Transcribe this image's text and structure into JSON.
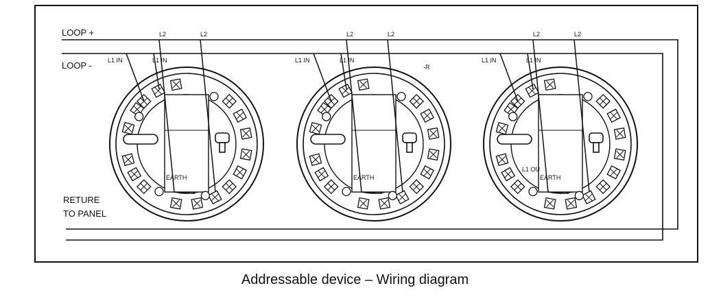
{
  "caption": "Addressable device – Wiring diagram",
  "labels": {
    "loop_plus": "LOOP +",
    "loop_minus": "LOOP -",
    "return_line1": "RETURE",
    "return_line2": "TO PANEL"
  },
  "bases": [
    {
      "l1_in_a": "L1 IN",
      "l1_in_b": "L1 IN",
      "l2_a": "L2",
      "l2_b": "L2",
      "earth": "EARTH",
      "extra": ""
    },
    {
      "l1_in_a": "L1 IN",
      "l1_in_b": "L1 IN",
      "l2_a": "L2",
      "l2_b": "L2",
      "earth": "EARTH",
      "extra": "-R"
    },
    {
      "l1_in_a": "L1 IN",
      "l1_in_b": "L1 IN",
      "l2_a": "L2",
      "l2_b": "L2",
      "earth": "EARTH",
      "extra": "L1 OU"
    }
  ],
  "colors": {
    "line": "#111111",
    "background": "#ffffff"
  }
}
